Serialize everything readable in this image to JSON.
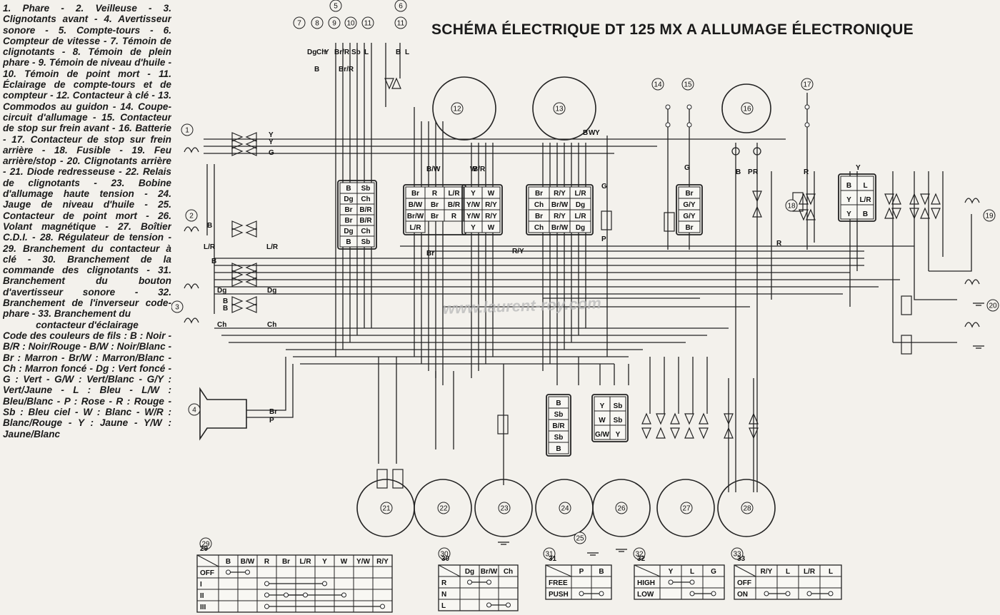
{
  "title": "SCHÉMA ÉLECTRIQUE DT 125 MX A ALLUMAGE ÉLECTRONIQUE",
  "legend": {
    "components": "1. Phare - 2. Veilleuse - 3. Clignotants avant - 4. Avertisseur sonore - 5. Compte-tours - 6. Compteur de vitesse - 7. Témoin de clignotants - 8. Témoin de plein phare - 9. Témoin de niveau d'huile - 10. Témoin de point mort - 11. Éclairage de compte-tours et de compteur - 12. Contacteur à clé - 13. Commodos au guidon - 14. Coupe-circuit d'allumage - 15. Contacteur de stop sur frein avant - 16. Batterie - 17. Contacteur de stop sur frein arrière - 18. Fusible - 19. Feu arrière/stop - 20. Clignotants arrière - 21. Diode redresseuse - 22. Relais de clignotants - 23. Bobine d'allumage haute tension - 24. Jauge de niveau d'huile - 25. Contacteur de point mort - 26. Volant magnétique - 27. Boîtier C.D.I. - 28. Régulateur de tension - 29. Branchement du contacteur à clé - 30. Branchement de la commande des clignotants - 31. Branchement du bouton d'avertisseur sonore - 32. Branchement de l'inverseur code-phare - 33. Branchement du",
    "components_tail": "contacteur d'éclairage",
    "colors": "Code des couleurs de fils : B : Noir - B/R : Noir/Rouge - B/W : Noir/Blanc - Br : Marron - Br/W : Marron/Blanc - Ch : Marron foncé - Dg : Vert foncé - G : Vert - G/W : Vert/Blanc - G/Y : Vert/Jaune - L : Bleu - L/W : Bleu/Blanc - P : Rose - R : Rouge - Sb : Bleu ciel - W : Blanc - W/R : Blanc/Rouge - Y : Jaune - Y/W : Jaune/Blanc"
  },
  "watermark": "www.laurent-roy.com",
  "component_numbers": [
    "1",
    "2",
    "3",
    "4",
    "5",
    "6",
    "7",
    "8",
    "9",
    "10",
    "11",
    "12",
    "13",
    "14",
    "15",
    "16",
    "17",
    "18",
    "19",
    "20",
    "21",
    "22",
    "23",
    "24",
    "25",
    "26",
    "27",
    "28",
    "29",
    "30",
    "31",
    "32",
    "33"
  ],
  "connector_blocks": {
    "block_12": [
      "B",
      "Sb",
      "Dg",
      "Ch",
      "Br",
      "B/R",
      "Br",
      "B/R",
      "Dg",
      "Ch",
      "B",
      "Sb"
    ],
    "block_13a": [
      "Br",
      "R",
      "L/R",
      "B/W",
      "Br",
      "B/R",
      "Br/W",
      "Br",
      "R",
      "L/R"
    ],
    "block_13b": [
      "Y",
      "W",
      "Y/W",
      "R/Y",
      "Y/W",
      "R/Y",
      "Y",
      "W"
    ],
    "block_13c": [
      "Br",
      "R/Y",
      "L/R",
      "Ch",
      "Br/W",
      "Dg",
      "Br",
      "R/Y",
      "L/R",
      "Ch",
      "Br/W",
      "Dg"
    ],
    "block_15": [
      "Br",
      "G/Y",
      "G/Y",
      "Br"
    ],
    "block_right": [
      "B",
      "L",
      "Y",
      "L/R",
      "Y",
      "B"
    ],
    "block_24": [
      "B",
      "Sb",
      "B/R",
      "Sb",
      "B"
    ],
    "block_26": [
      "Y",
      "Sb",
      "W",
      "Sb",
      "G/W",
      "Y"
    ]
  },
  "wire_labels": [
    "Y",
    "Y",
    "G",
    "B",
    "L/R",
    "L/R",
    "B",
    "Dg",
    "Dg",
    "B",
    "B",
    "Ch",
    "Ch",
    "Br",
    "P",
    "Dg",
    "Ch",
    "B",
    "Y",
    "Br/R",
    "Br/R",
    "Sb",
    "L",
    "B",
    "L",
    "B",
    "B/W",
    "B/R",
    "W",
    "Y",
    "G",
    "P",
    "P",
    "R",
    "R",
    "Y",
    "B",
    "G",
    "R/Y",
    "W",
    "R",
    "Br"
  ],
  "tables": {
    "t29": {
      "number": "29",
      "headers": [
        "B",
        "B/W",
        "R",
        "Br",
        "L/R",
        "Y",
        "W",
        "Y/W",
        "R/Y"
      ],
      "rows": [
        {
          "label": "OFF"
        },
        {
          "label": "I"
        },
        {
          "label": "II"
        },
        {
          "label": "III"
        }
      ]
    },
    "t30": {
      "number": "30",
      "headers": [
        "Dg",
        "Br/W",
        "Ch"
      ],
      "rows": [
        {
          "label": "R"
        },
        {
          "label": "N"
        },
        {
          "label": "L"
        }
      ]
    },
    "t31": {
      "number": "31",
      "headers": [
        "P",
        "B"
      ],
      "rows": [
        {
          "label": "FREE"
        },
        {
          "label": "PUSH"
        }
      ]
    },
    "t32": {
      "number": "32",
      "headers": [
        "Y",
        "L",
        "G"
      ],
      "rows": [
        {
          "label": "HIGH"
        },
        {
          "label": "LOW"
        }
      ]
    },
    "t33": {
      "number": "33",
      "headers": [
        "R/Y",
        "L",
        "L/R",
        "L"
      ],
      "rows": [
        {
          "label": "OFF"
        },
        {
          "label": "ON"
        }
      ]
    }
  }
}
